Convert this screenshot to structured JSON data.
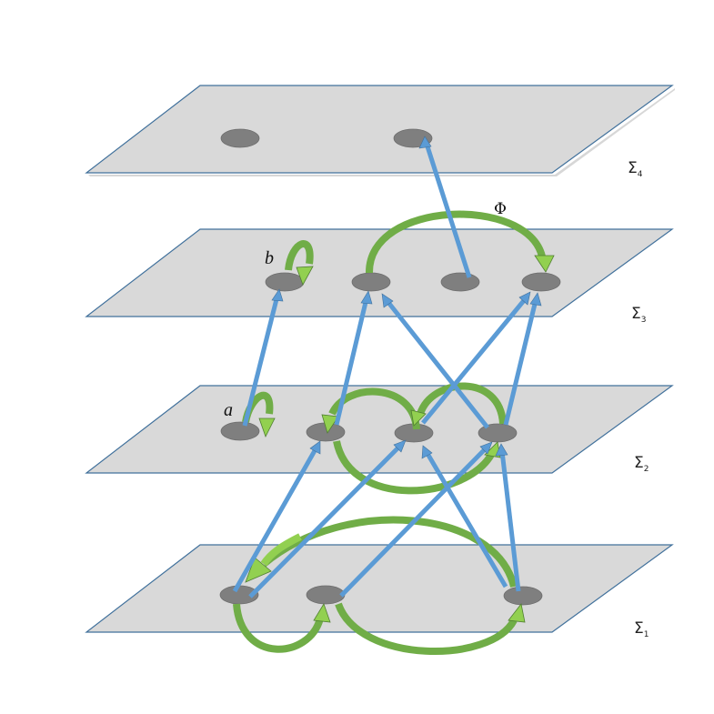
{
  "diagram": {
    "title": "",
    "colors": {
      "plane_fill": "#d9d9d9",
      "plane_border": "#41719c",
      "node_fill": "#7f7f7f",
      "inter_layer_edge": "#5b9bd5",
      "intra_layer_edge_dark": "#70ad47",
      "intra_layer_edge_light": "#92d050",
      "background": "#ffffff"
    },
    "layers": [
      {
        "id": "sigma4",
        "label": "Σ",
        "subscript": "4",
        "nodes": [
          "s4n1",
          "s4n2"
        ]
      },
      {
        "id": "sigma3",
        "label": "Σ",
        "subscript": "3",
        "nodes": [
          "s3n1",
          "s3n2",
          "s3n3",
          "s3n4"
        ]
      },
      {
        "id": "sigma2",
        "label": "Σ",
        "subscript": "2",
        "nodes": [
          "s2n1",
          "s2n2",
          "s2n3",
          "s2n4"
        ]
      },
      {
        "id": "sigma1",
        "label": "Σ",
        "subscript": "1",
        "nodes": [
          "s1n1",
          "s1n2",
          "s1n3"
        ]
      }
    ],
    "annotations": {
      "a": "a",
      "b": "b",
      "phi": "Φ"
    },
    "inter_layer_edges": [
      {
        "from": "s3n3",
        "to": "s4n2"
      },
      {
        "from": "s2n1",
        "to": "s3n1"
      },
      {
        "from": "s2n2",
        "to": "s3n2"
      },
      {
        "from": "s2n4",
        "to": "s3n2"
      },
      {
        "from": "s2n3",
        "to": "s3n4"
      },
      {
        "from": "s2n4",
        "to": "s3n4"
      },
      {
        "from": "s1n1",
        "to": "s2n2"
      },
      {
        "from": "s1n1",
        "to": "s2n3"
      },
      {
        "from": "s1n2",
        "to": "s2n4"
      },
      {
        "from": "s1n3",
        "to": "s2n3"
      },
      {
        "from": "s1n3",
        "to": "s2n4"
      }
    ],
    "intra_layer_edges": [
      {
        "from": "s3n1",
        "to": "s3n1",
        "label": "b",
        "type": "self-loop"
      },
      {
        "from": "s3n2",
        "to": "s3n4",
        "label": "Φ"
      },
      {
        "from": "s2n1",
        "to": "s2n1",
        "label": "a",
        "type": "self-loop"
      },
      {
        "from": "s2n3",
        "to": "s2n2"
      },
      {
        "from": "s2n4",
        "to": "s2n3"
      },
      {
        "from": "s2n2",
        "to": "s2n4"
      },
      {
        "from": "s1n3",
        "to": "s1n1"
      },
      {
        "from": "s1n1",
        "to": "s1n2"
      },
      {
        "from": "s1n2",
        "to": "s1n3"
      }
    ]
  }
}
